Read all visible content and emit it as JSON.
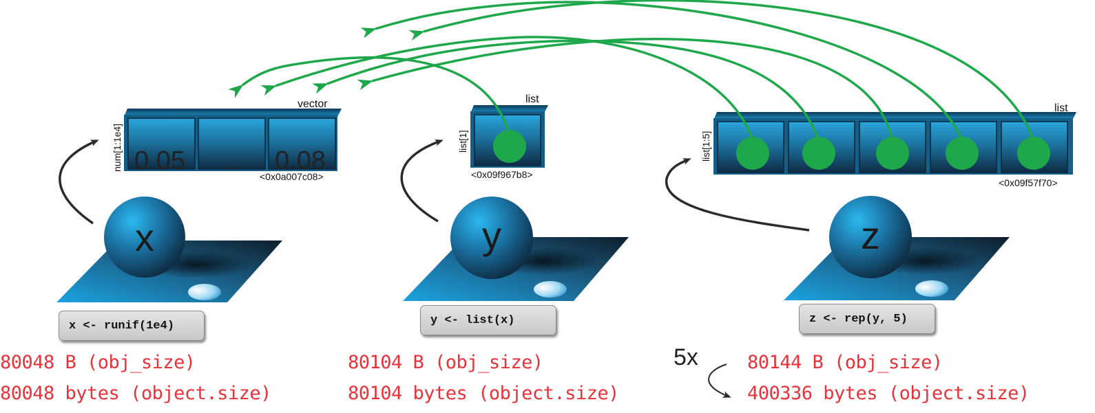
{
  "objects": {
    "x": {
      "name": "x",
      "type_label": "vector",
      "dim_label": "num[1:1e4]",
      "cells": [
        "0.05",
        "...",
        "0.08"
      ],
      "address": "<0x0a007c08>",
      "code": "x <- runif(1e4)",
      "obj_size": "80048 B (obj_size)",
      "object_size": "80048 bytes (object.size)"
    },
    "y": {
      "name": "y",
      "type_label": "list",
      "dim_label": "list[1]",
      "address": "<0x09f967b8>",
      "code": "y <- list(x)",
      "obj_size": "80104 B (obj_size)",
      "object_size": "80104 bytes (object.size)"
    },
    "z": {
      "name": "z",
      "type_label": "list",
      "dim_label": "list[1:5]",
      "address": "<0x09f57f70>",
      "code": "z <- rep(y, 5)",
      "multiplier": "5x",
      "obj_size": "80144 B (obj_size)",
      "object_size": "400336 bytes (object.size)"
    }
  },
  "colors": {
    "box_blue": "#1e9fd8",
    "box_dark": "#123a57",
    "pointer_green": "#1ea84b",
    "arrow_dark": "#2b2b2b",
    "size_text_red": "#e8323a"
  }
}
